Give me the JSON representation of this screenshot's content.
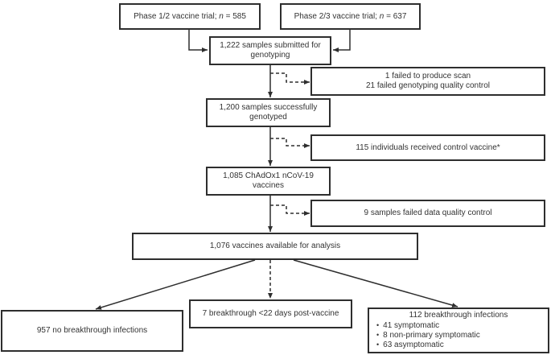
{
  "colors": {
    "ink": "#2e2e2e",
    "text": "#333333",
    "background": "#ffffff"
  },
  "flowchart": {
    "phase12_trial": {
      "prefix": "Phase 1/2 vaccine trial; ",
      "n_symbol": "n",
      "suffix": " = 585"
    },
    "phase23_trial": {
      "prefix": "Phase 2/3 vaccine trial; ",
      "n_symbol": "n",
      "suffix": " = 637"
    },
    "samples_submitted": {
      "text": "1,222 samples submitted for genotyping"
    },
    "genotyping_failures": {
      "line1": "1 failed to produce scan",
      "line2": "21 failed genotyping quality control"
    },
    "samples_genotyped": {
      "text": "1,200 samples successfully genotyped"
    },
    "control_vaccine": {
      "text": "115 individuals received control vaccine*"
    },
    "chadox_vaccines": {
      "text": "1,085 ChAdOx1 nCoV-19 vaccines"
    },
    "data_qc_failures": {
      "text": "9 samples failed data quality control"
    },
    "available_for_analysis": {
      "text": "1,076 vaccines available for analysis"
    },
    "no_breakthrough": {
      "text": "957 no breakthrough infections"
    },
    "early_breakthrough": {
      "text": "7 breakthrough <22 days post-vaccine"
    },
    "breakthrough_infections": {
      "title": "112 breakthrough infections",
      "bullet_char": "•",
      "bullets": [
        "41 symptomatic",
        "8 non-primary symptomatic",
        "63 asymptomatic"
      ]
    }
  }
}
